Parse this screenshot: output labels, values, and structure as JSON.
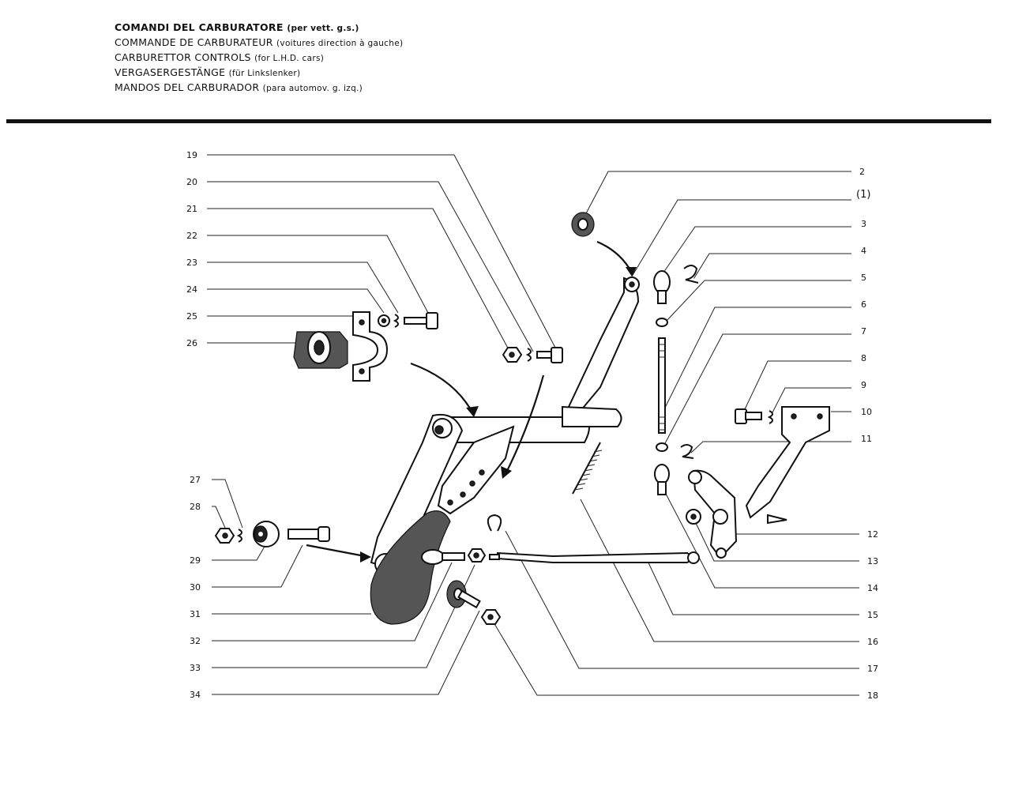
{
  "titles": [
    {
      "main": "COMANDI DEL CARBURATORE",
      "sub": "(per vett. g.s.)"
    },
    {
      "main": "COMMANDE DE CARBURATEUR",
      "sub": "(voitures direction à gauche)"
    },
    {
      "main": "CARBURETTOR CONTROLS",
      "sub": "(for L.H.D. cars)"
    },
    {
      "main": "VERGASERGESTÄNGE",
      "sub": "(für Linkslenker)"
    },
    {
      "main": "MANDOS DEL CARBURADOR",
      "sub": "(para automov. g. izq.)"
    }
  ],
  "callouts_left": [
    "19",
    "20",
    "21",
    "22",
    "23",
    "24",
    "25",
    "26",
    "27",
    "28",
    "29",
    "30",
    "31",
    "32",
    "33",
    "34"
  ],
  "callouts_right": [
    "2",
    "(1)",
    "3",
    "4",
    "5",
    "6",
    "7",
    "8",
    "9",
    "10",
    "11",
    "12",
    "13",
    "14",
    "15",
    "16",
    "17",
    "18"
  ]
}
